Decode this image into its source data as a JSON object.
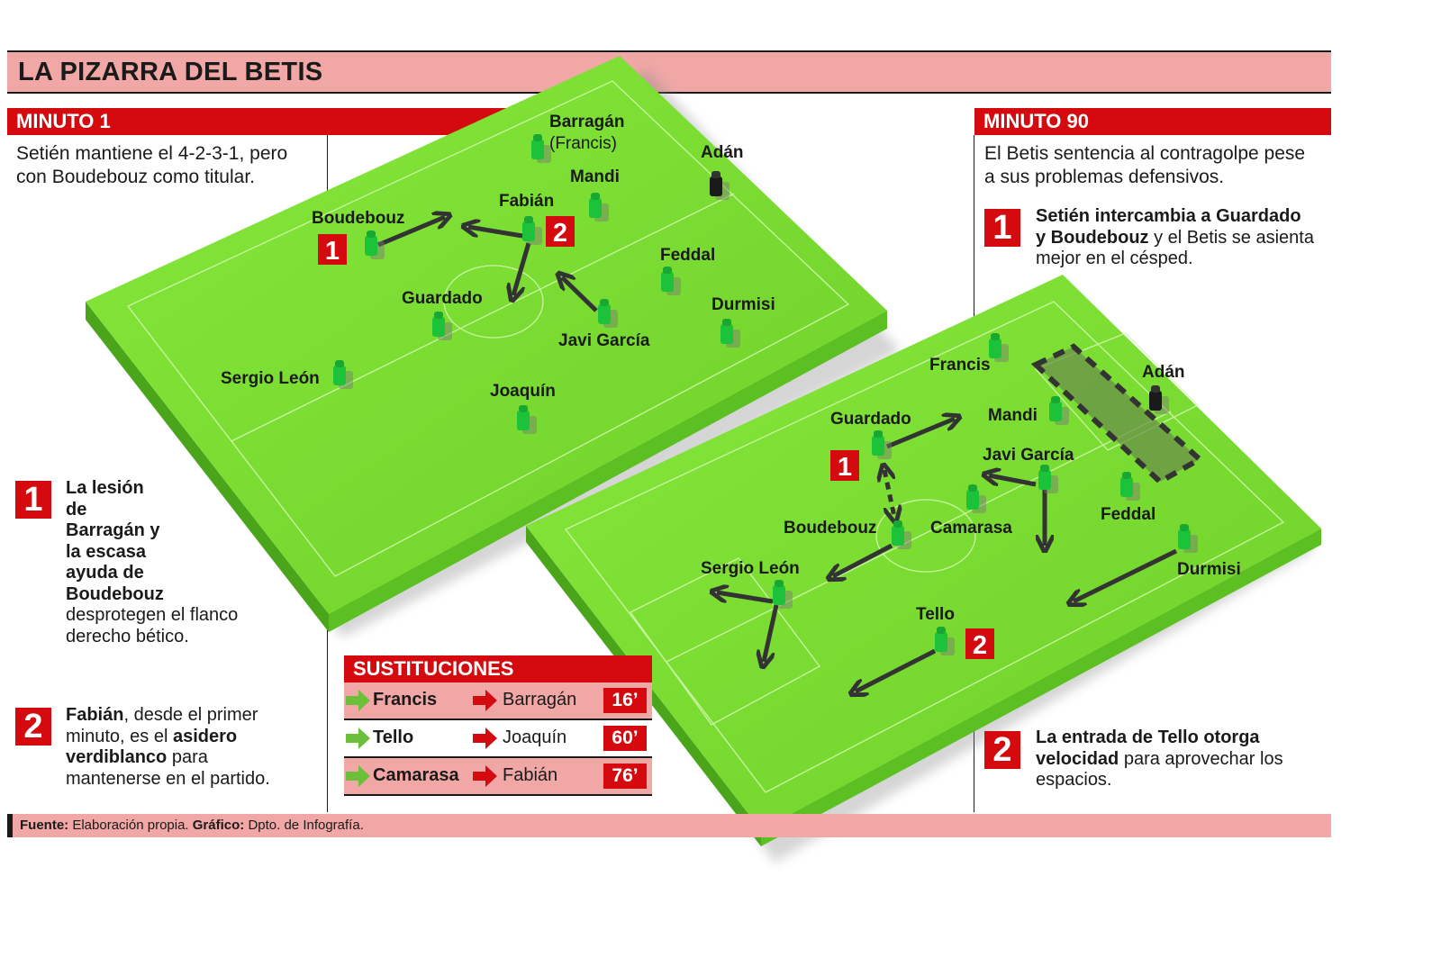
{
  "title": "LA PIZARRA DEL BETIS",
  "minute1": {
    "header": "MINUTO 1",
    "intro_line1": "Setién mantiene el 4-2-3-1, pero",
    "intro_line2": "con Boudebouz como titular.",
    "players": {
      "barragan": "Barragán",
      "barragan_sub": "(Francis)",
      "adan": "Adán",
      "mandi": "Mandi",
      "fabian": "Fabián",
      "boudebouz": "Boudebouz",
      "feddal": "Feddal",
      "guardado": "Guardado",
      "durmisi": "Durmisi",
      "javi_garcia": "Javi García",
      "sergio_leon": "Sergio León",
      "joaquin": "Joaquín"
    },
    "markers": [
      "1",
      "2"
    ],
    "note1": {
      "num": "1",
      "line1": "La lesión",
      "line2": "de",
      "line3": "Barragán y",
      "line4": "la escasa",
      "line5": "ayuda de",
      "line6": "Boudebouz",
      "line7": "desprotegen el flanco",
      "line8": "derecho bético."
    },
    "note2": {
      "num": "2",
      "bold1": "Fabián",
      "text1": ", desde el primer",
      "text2": "minuto, es el ",
      "bold2": "asidero",
      "bold3": "verdiblanco",
      "text3": " para",
      "text4": "mantenerse en el partido."
    }
  },
  "minute90": {
    "header": "MINUTO 90",
    "intro_line1": "El Betis sentencia al contragolpe pese",
    "intro_line2": "a sus problemas defensivos.",
    "players": {
      "francis": "Francis",
      "adan": "Adán",
      "guardado": "Guardado",
      "mandi": "Mandi",
      "javi_garcia": "Javi García",
      "boudebouz": "Boudebouz",
      "camarasa": "Camarasa",
      "feddal": "Feddal",
      "sergio_leon": "Sergio León",
      "durmisi": "Durmisi",
      "tello": "Tello"
    },
    "markers": [
      "1",
      "2"
    ],
    "note1": {
      "num": "1",
      "bold1": "Setién intercambia a Guardado",
      "bold2": "y Boudebouz",
      "text1": " y el Betis se asienta",
      "text2": "mejor en el césped."
    },
    "note2": {
      "num": "2",
      "bold1": "La entrada de Tello otorga",
      "bold2": "velocidad",
      "text1": " para aprovechar los",
      "text2": "espacios."
    }
  },
  "substitutions": {
    "header": "SUSTITUCIONES",
    "rows": [
      {
        "in": "Francis",
        "out": "Barragán",
        "minute": "16’"
      },
      {
        "in": "Tello",
        "out": "Joaquín",
        "minute": "60’"
      },
      {
        "in": "Camarasa",
        "out": "Fabián",
        "minute": "76’"
      }
    ]
  },
  "source": {
    "label1": "Fuente:",
    "text1": " Elaboración propia. ",
    "label2": "Gráfico:",
    "text2": " Dpto. de Infografía."
  },
  "colors": {
    "accent_red": "#d40a0f",
    "band_pink": "#f0a7a6",
    "pitch_green": "#7fe02c",
    "pitch_side": "#4aa51a",
    "player_green": "#1bc23a",
    "goalkeeper": "#1a1a1a"
  }
}
